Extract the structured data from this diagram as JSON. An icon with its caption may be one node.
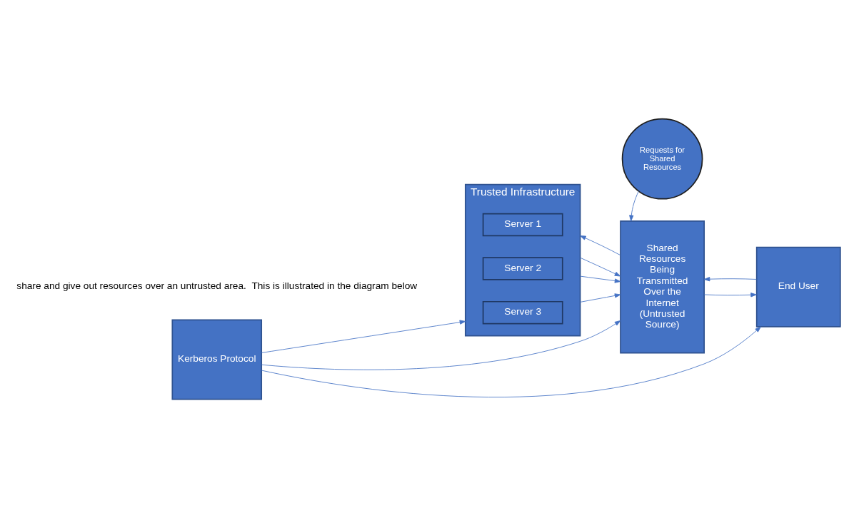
{
  "diagram": {
    "nodes": [
      {
        "text": [
          "Trusted Infrastructure"
        ]
      },
      {
        "text": [
          "Server 1"
        ],
        "in": 0
      },
      {
        "text": [
          "Server 2"
        ],
        "in": 0
      },
      {
        "text": [
          "Server 3"
        ],
        "in": 0
      },
      {
        "text": [
          "Shared Resources Being Transmitted Over the Internet (Untrusted Source)"
        ]
      },
      {
        "text": [
          "Requests for Shared Resources"
        ]
      },
      {
        "text": [
          "End User"
        ]
      },
      {
        "text": [
          "Kerberos Protocol"
        ]
      }
    ],
    "edges": [
      {
        "from": 0,
        "to": 4,
        "arrow": "to"
      },
      {
        "from": 0,
        "to": 4,
        "arrow": "to"
      },
      {
        "from": 0,
        "to": 4,
        "arrow": "to"
      },
      {
        "from": 4,
        "to": 0,
        "arrow": "to"
      },
      {
        "from": 6,
        "to": 4,
        "arrow": "to"
      },
      {
        "from": 5,
        "to": 4,
        "arrow": "to"
      },
      {
        "from": 4,
        "to": 6,
        "arrow": "to"
      },
      {
        "from": 7,
        "to": 4,
        "arrow": "to"
      },
      {
        "from": 7,
        "to": 0,
        "arrow": "to"
      },
      {
        "from": 7,
        "to": 6,
        "arrow": "to"
      }
    ],
    "labels": [
      "share and give out resources over an untrusted area.  This is illustrated in the diagram below"
    ]
  }
}
